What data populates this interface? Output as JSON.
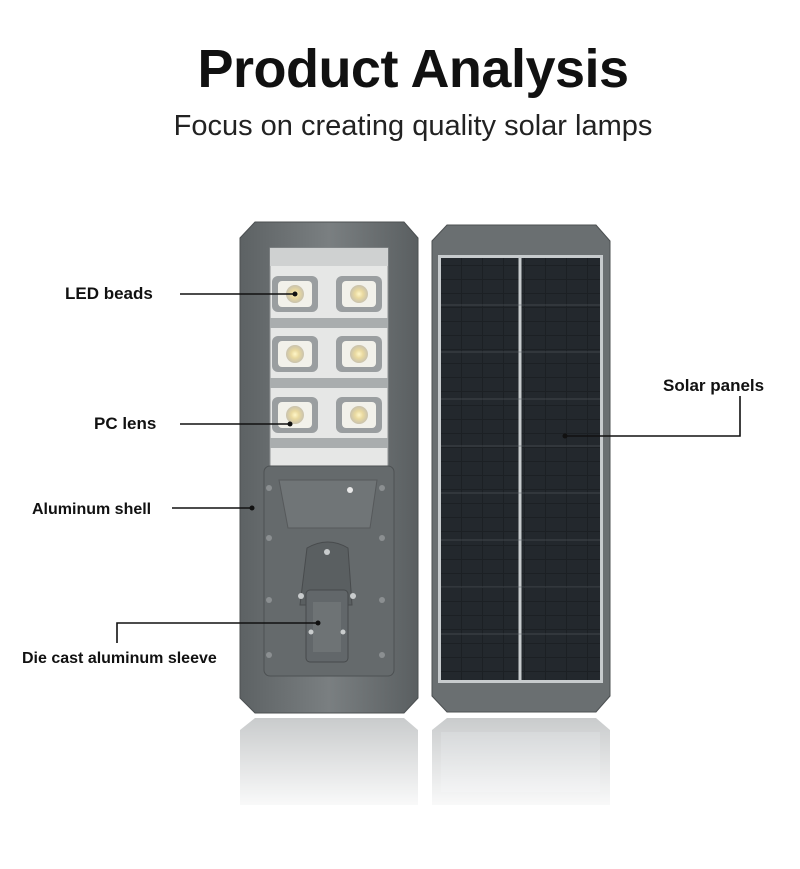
{
  "header": {
    "title": "Product Analysis",
    "subtitle": "Focus on creating quality solar lamps"
  },
  "callouts": {
    "led_beads": "LED beads",
    "pc_lens": "PC lens",
    "aluminum_shell": "Aluminum shell",
    "die_cast_sleeve": "Die cast aluminum sleeve",
    "solar_panels": "Solar panels"
  },
  "colors": {
    "housing": "#6b7072",
    "panel_cells": "#1c2024",
    "leader_line": "#111111"
  }
}
